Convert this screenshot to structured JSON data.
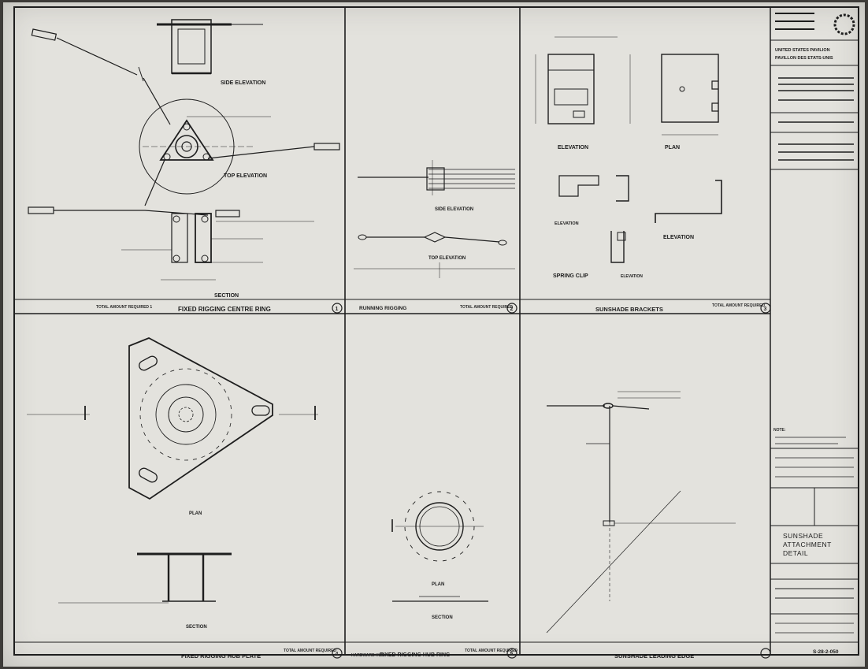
{
  "panels": [
    {
      "number": "1",
      "title": "FIXED RIGGING CENTRE RING",
      "qty": "TOTAL AMOUNT REQUIRED 1"
    },
    {
      "number": "2",
      "title": "RUNNING RIGGING",
      "qty": "TOTAL AMOUNT REQUIRED"
    },
    {
      "number": "3",
      "title": "SUNSHADE BRACKETS",
      "qty": "TOTAL AMOUNT REQUIRED"
    },
    {
      "number": "4",
      "title": "FIXED RIGGING HUB PLATE",
      "qty": "TOTAL AMOUNT REQUIRED"
    },
    {
      "number": "5",
      "title": "FIXED RIGGING HUB RING",
      "qty": "TOTAL AMOUNT REQUIRED",
      "prefix": "HARDWARE HUB"
    },
    {
      "number": "",
      "title": "SUNSHADE LEADING EDGE",
      "qty": ""
    }
  ],
  "views": {
    "side_elevation": "SIDE ELEVATION",
    "top_elevation": "TOP ELEVATION",
    "section": "SECTION",
    "elevation": "ELEVATION",
    "plan": "PLAN",
    "spring_clip": "SPRING CLIP"
  },
  "title_block": {
    "heading_1": "UNITED STATES PAVILION",
    "heading_2": "PAVILLON DES ETATS-UNIS",
    "drawing_title": "SUNSHADE ATTACHMENT DETAIL",
    "notes_label": "NOTE:",
    "sheet_number": "S-28-2-050"
  }
}
